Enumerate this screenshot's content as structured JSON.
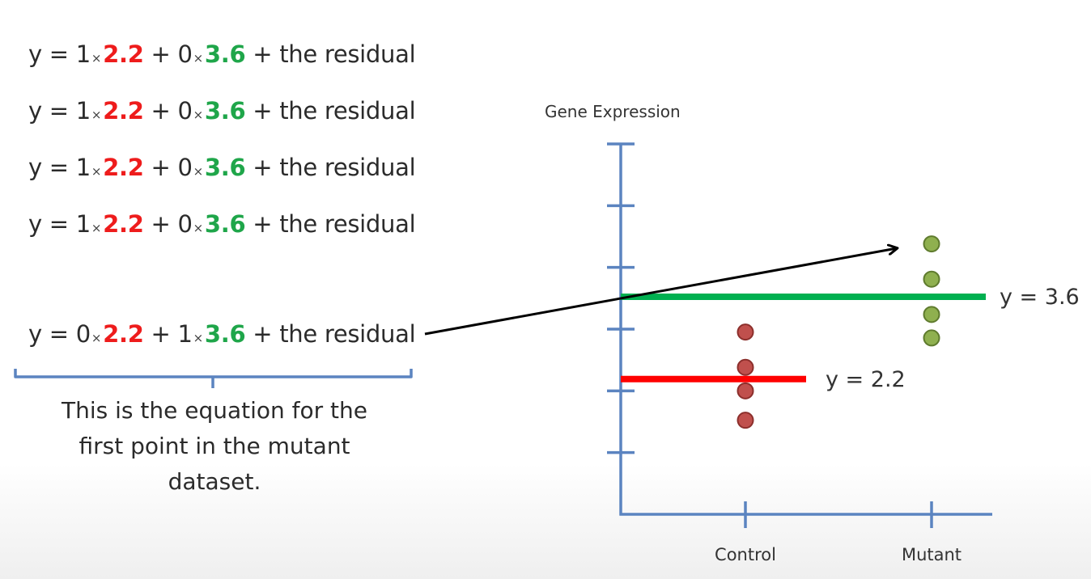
{
  "equations": [
    {
      "prefix": "y = ",
      "a": "1",
      "times": "×",
      "v1": "2.2",
      "plus1": " + ",
      "b": "0",
      "v2": "3.6",
      "suffix": " + the residual"
    },
    {
      "prefix": "y = ",
      "a": "1",
      "times": "×",
      "v1": "2.2",
      "plus1": " + ",
      "b": "0",
      "v2": "3.6",
      "suffix": " + the residual"
    },
    {
      "prefix": "y = ",
      "a": "1",
      "times": "×",
      "v1": "2.2",
      "plus1": " + ",
      "b": "0",
      "v2": "3.6",
      "suffix": " + the residual"
    },
    {
      "prefix": "y = ",
      "a": "1",
      "times": "×",
      "v1": "2.2",
      "plus1": " + ",
      "b": "0",
      "v2": "3.6",
      "suffix": " + the residual"
    },
    {
      "prefix": "y = ",
      "a": "0",
      "times": "×",
      "v1": "2.2",
      "plus1": " + ",
      "b": "1",
      "v2": "3.6",
      "suffix": " + the residual"
    }
  ],
  "annotation": {
    "line1": "This is the equation for the",
    "line2": "first point in the mutant",
    "line3": "dataset."
  },
  "colors": {
    "axis": "#5b84c0",
    "control": "#c0504d",
    "control_edge": "#8c2f2c",
    "mutant": "#8fb04f",
    "mutant_edge": "#5f7b2e",
    "control_mean_line": "#ff0000",
    "mutant_mean_line": "#00b050",
    "arrow": "#000000",
    "value_red": "#ee1c1c",
    "value_green": "#1fa64a"
  },
  "chart_data": {
    "type": "scatter",
    "title": "",
    "ylabel": "Gene Expression",
    "xlabel": "",
    "categories": [
      "Control",
      "Mutant"
    ],
    "ylim": [
      -0.1,
      6.2
    ],
    "yticks_count": 6,
    "grid": false,
    "series": [
      {
        "name": "Control",
        "category": "Control",
        "values": [
          3.0,
          2.4,
          2.0,
          1.5
        ]
      },
      {
        "name": "Mutant",
        "category": "Mutant",
        "values": [
          4.5,
          3.9,
          3.3,
          2.9
        ]
      }
    ],
    "mean_lines": [
      {
        "name": "control-mean",
        "value": 2.2,
        "label": "y = 2.2",
        "from_category": null,
        "to_fraction": 0.5
      },
      {
        "name": "mutant-mean",
        "value": 3.6,
        "label": "y = 3.6",
        "from_category": null,
        "to_fraction": 0.98
      }
    ],
    "annotation_arrow": {
      "from": "equation-5",
      "to_category": "Mutant",
      "to_value": 4.5
    }
  }
}
